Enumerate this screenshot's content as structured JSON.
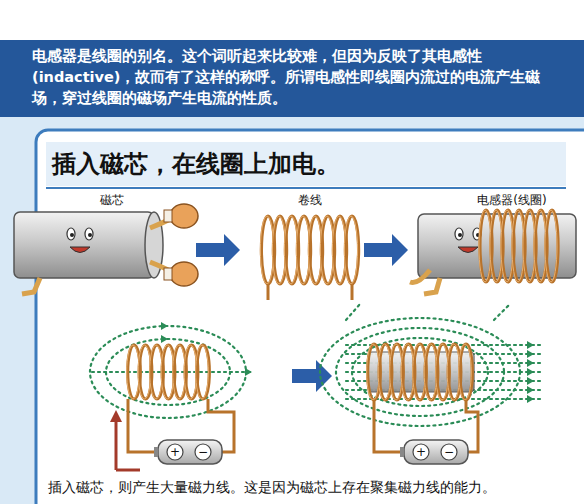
{
  "diagram": {
    "title": "插入磁芯，在线圈上加电。",
    "caption": "插入磁芯，则产生大量磁力线。这是因为磁芯上存在聚集磁力线的能力。",
    "nodes": [
      {
        "text": [
          "电感器是线圈的别名。这个词听起来比较难，但因为反映了其电感性(indactive)，故而有了这样的称呼。所谓电感性即线圈内流过的电流产生磁场，穿过线圈的磁场产生电流的性质。"
        ]
      }
    ],
    "labels": [
      "磁芯",
      "卷线",
      "电感器(线圈)",
      "+",
      "−",
      "+",
      "−"
    ]
  }
}
